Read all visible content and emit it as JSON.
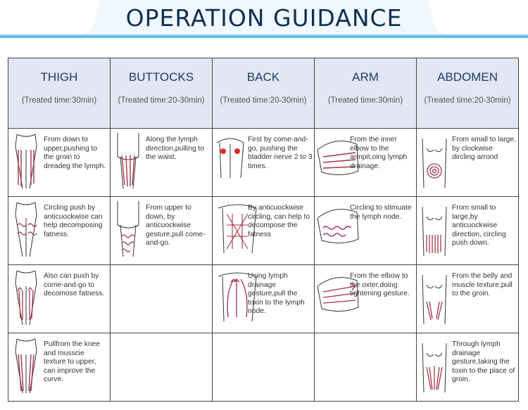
{
  "title": "OPERATION GUIDANCE",
  "columns": [
    {
      "name": "THIGH",
      "time": "(Treated time:30min)"
    },
    {
      "name": "BUTTOCKS",
      "time": "(Treated time:20-30min)"
    },
    {
      "name": "BACK",
      "time": "(Treated time:20-30min)"
    },
    {
      "name": "ARM",
      "time": "(Treated time:30min)"
    },
    {
      "name": "ABDOMEN",
      "time": "(Treated time:20-30min)"
    }
  ],
  "rows": [
    [
      "From down to upper,pushing to the groin to dreadeg the lymph.",
      "Along the lymph direction,pulling to the waist.",
      "First by come-and-go, pushing the bladder nerve 2 to 3 times.",
      "From the inner elbow to the armpit,oing lymph drainage.",
      "From small to large, by clockwise dircling arrond"
    ],
    [
      "Circling push by anticuockwise can help decomposing fatness.",
      "From upper to down, by anticuockwise gesture,pull come-and-go.",
      "By anticuockwise circling, can help to decompose the fatness",
      "Circling to stimuate the lymph node.",
      "From small to large,by anticuockwise direction, circling push down."
    ],
    [
      "Also can push by come-and-go to decomose fatness.",
      "",
      "Using lymph drainage gesture,pull the toxin to the lymph node.",
      "From the elbow to the oxter,doing tightening gesture.",
      "From the belly and muscle texture,pull to the groin."
    ],
    [
      "Pullfrom the knee and musscie texture to upper, can improve the curve.",
      "",
      "",
      "",
      "Through lymph drainage gesture,taking the toxin to the place of groin."
    ]
  ],
  "colors": {
    "banner": "#5fb8e6",
    "header_bg": "#e3e6f3",
    "title": "#0f3050",
    "stroke": "#a3324c"
  }
}
